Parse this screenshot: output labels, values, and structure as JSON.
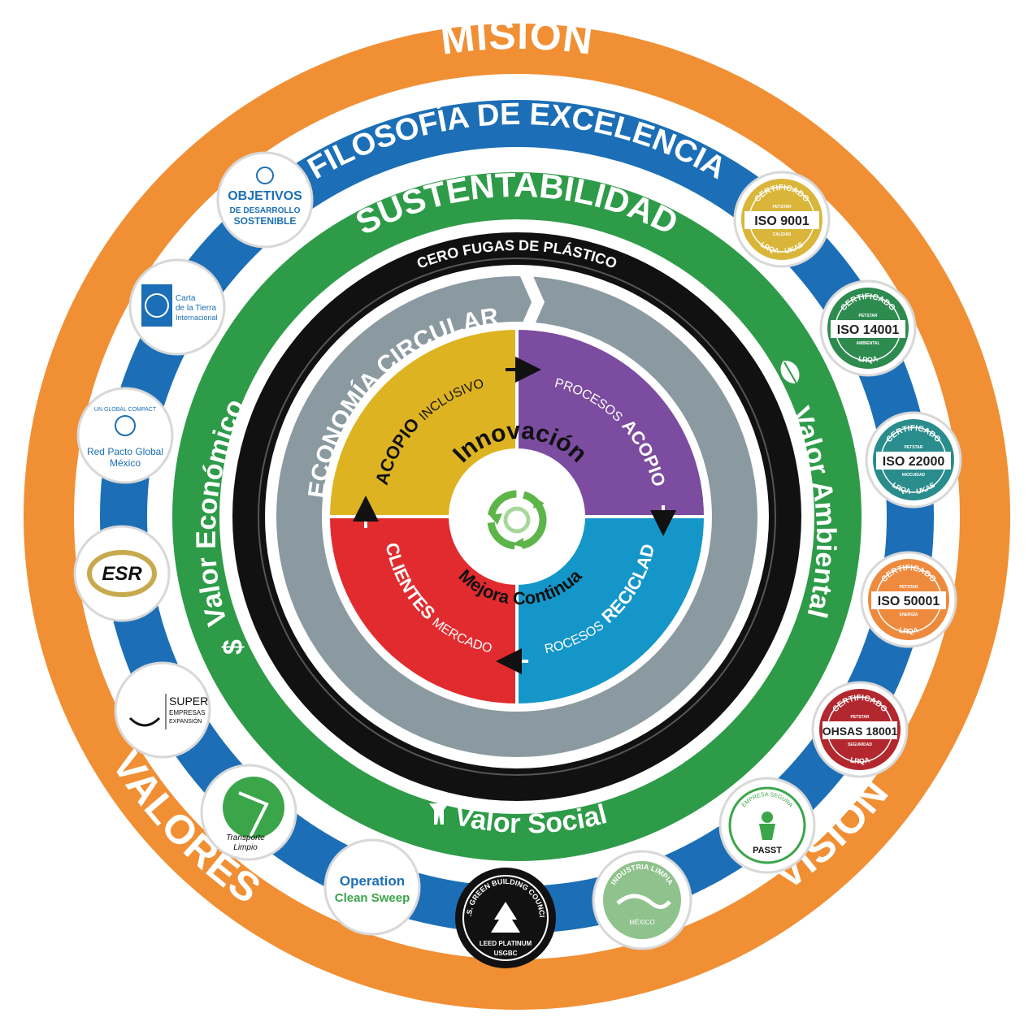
{
  "rings": {
    "mision": "MISIÓN",
    "vision": "VISIÓN",
    "valores": "VALORES",
    "filosofia": "FILOSOFÍA DE EXCELENCIA",
    "sustentabilidad": "SUSTENTABILIDAD",
    "valor_economico": "Valor Económico",
    "valor_ambiental": "Valor Ambiental",
    "valor_social": "Valor Social",
    "cero_fugas": "CERO FUGAS DE PLÁSTICO",
    "economia_circular": "ECONOMÍA CIRCULAR"
  },
  "icons": {
    "dollar": "$",
    "leaf": "leaf-icon",
    "person": "person-icon",
    "recycle": "recycle-icon"
  },
  "quadrants": [
    {
      "main": "ACOPIO",
      "sub": "INCLUSIVO",
      "color": "#DDB321"
    },
    {
      "main": "ACOPIO",
      "sub": "PROCESOS",
      "color": "#7B4C9F"
    },
    {
      "main": "RECICLADO",
      "sub": "PROCESOS",
      "color": "#1496C9"
    },
    {
      "main": "CLIENTES",
      "sub": "MERCADO",
      "color": "#E22B2E"
    }
  ],
  "center": {
    "top": "Innovación",
    "bottom": "Mejora Continua"
  },
  "certifications": [
    {
      "top": "CERTIFICADO",
      "small1": "PETSTAR",
      "main": "ISO 9001",
      "small2": "CALIDAD",
      "bottom": "LRQA - UKAS",
      "color": "#D9B63A",
      "dark": "#B8962A"
    },
    {
      "top": "CERTIFICADO",
      "small1": "PETSTAR",
      "main": "ISO 14001",
      "small2": "AMBIENTAL",
      "bottom": "LRQA",
      "color": "#2E8B4F",
      "dark": "#1F6B3A"
    },
    {
      "top": "CERTIFICADO",
      "small1": "PETSTAR",
      "main": "ISO 22000",
      "small2": "INOCUIDAD",
      "bottom": "LRQA - UKAS",
      "color": "#2A8C8C",
      "dark": "#1E6E6E"
    },
    {
      "top": "CERTIFICADO",
      "small1": "PETSTAR",
      "main": "ISO 50001",
      "small2": "ENERGÍA",
      "bottom": "LRQA",
      "color": "#EE8A3E",
      "dark": "#C96E2A"
    },
    {
      "top": "CERTIFICADO",
      "small1": "PETSTAR",
      "main": "OHSAS 18001",
      "small2": "SEGURIDAD",
      "bottom": "LRQA",
      "color": "#B2282E",
      "dark": "#8E1F24"
    }
  ],
  "logos": {
    "ods": {
      "line1": "OBJETIVOS",
      "line2": "DE DESARROLLO",
      "line3": "SOSTENIBLE"
    },
    "carta": {
      "line1": "Carta",
      "line2": "de la Tierra",
      "line3": "Internacional"
    },
    "pacto": {
      "header": "UN GLOBAL COMPACT",
      "line1": "Red Pacto Global",
      "line2": "México"
    },
    "esr": {
      "text": "ESR"
    },
    "super": {
      "line1": "SUPER",
      "line2": "EMPRESAS",
      "line3": "EXPANSIÓN"
    },
    "transporte": {
      "line1": "Transporte",
      "line2": "Limpio"
    },
    "operation": {
      "line1": "Operation",
      "line2": "Clean Sweep"
    },
    "usgbc": {
      "arc": "U.S. GREEN BUILDING COUNCIL",
      "line1": "LEED PLATINUM",
      "line2": "USGBC"
    },
    "industria": {
      "arc": "INDUSTRIA LIMPIA",
      "line1": "MÉXICO"
    },
    "passt": {
      "arc": "EMPRESA SEGURA",
      "line1": "PASST"
    }
  },
  "colors": {
    "orange": "#F18F34",
    "blue": "#1C6FB6",
    "green": "#2E9B48",
    "gray": "#8B9AA0",
    "black": "#111111"
  }
}
